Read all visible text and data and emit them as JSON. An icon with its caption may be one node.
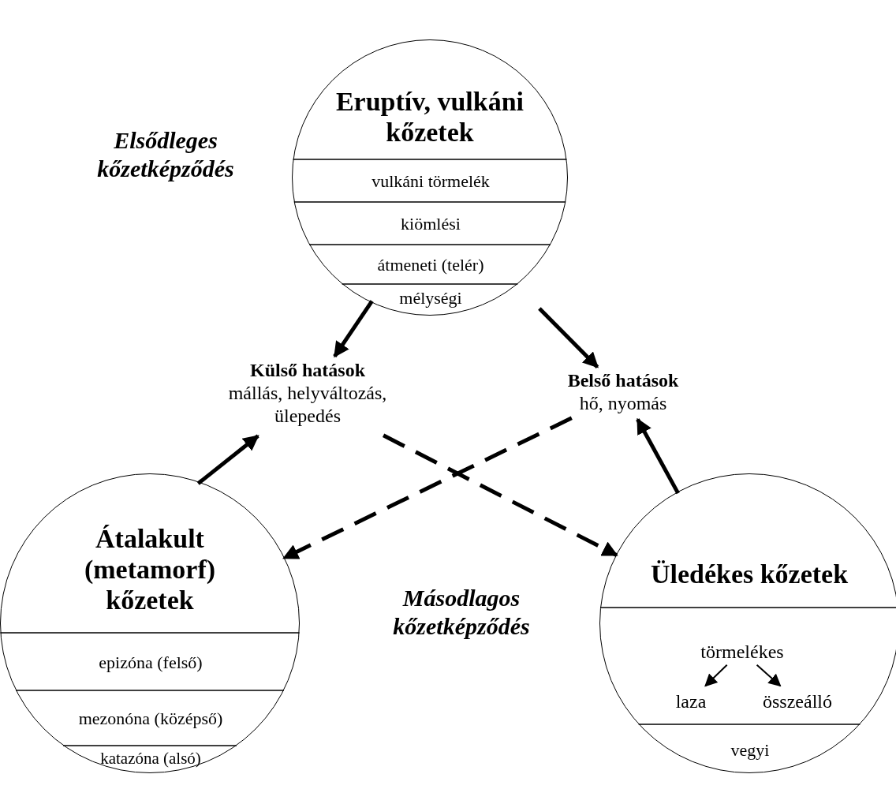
{
  "diagram": {
    "nodes": [
      {
        "text": [
          "Eruptív, vulkáni kőzetek"
        ]
      },
      {
        "text": [
          "vulkáni törmelék"
        ],
        "in": 0
      },
      {
        "text": [
          "kiömlési"
        ],
        "in": 0
      },
      {
        "text": [
          "átmeneti (telér)"
        ],
        "in": 0
      },
      {
        "text": [
          "mélységi"
        ],
        "in": 0
      },
      {
        "text": [
          "Külső hatások",
          "mállás, helyváltozás, ülepedés"
        ]
      },
      {
        "text": [
          "Belső hatások",
          "hő, nyomás"
        ]
      },
      {
        "text": [
          "Átalakult (metamorf) kőzetek"
        ]
      },
      {
        "text": [
          "epizóna (felső)"
        ],
        "in": 7
      },
      {
        "text": [
          "mezonóna (középső)"
        ],
        "in": 7
      },
      {
        "text": [
          "katazóna (alsó)"
        ],
        "in": 7
      },
      {
        "text": [
          "Üledékes kőzetek"
        ]
      },
      {
        "text": [
          "törmelékes"
        ],
        "in": 11
      },
      {
        "text": [
          "laza"
        ],
        "in": 11
      },
      {
        "text": [
          "összeálló"
        ],
        "in": 11
      },
      {
        "text": [
          "vegyi"
        ],
        "in": 11
      }
    ],
    "edges": [
      {
        "from": 0,
        "to": 5,
        "arrow": "to"
      },
      {
        "from": 0,
        "to": 6,
        "arrow": "to"
      },
      {
        "from": 7,
        "to": 5,
        "arrow": "to"
      },
      {
        "from": 11,
        "to": 6,
        "arrow": "to"
      },
      {
        "from": 5,
        "to": 11,
        "arrow": "to",
        "style": "dashed"
      },
      {
        "from": 6,
        "to": 7,
        "arrow": "to",
        "style": "dashed"
      },
      {
        "from": 12,
        "to": 13,
        "arrow": "to"
      },
      {
        "from": 12,
        "to": 14,
        "arrow": "to"
      }
    ],
    "labels": [
      "Elsődleges kőzetképződés",
      "Másodlagos kőzetképződés"
    ]
  }
}
